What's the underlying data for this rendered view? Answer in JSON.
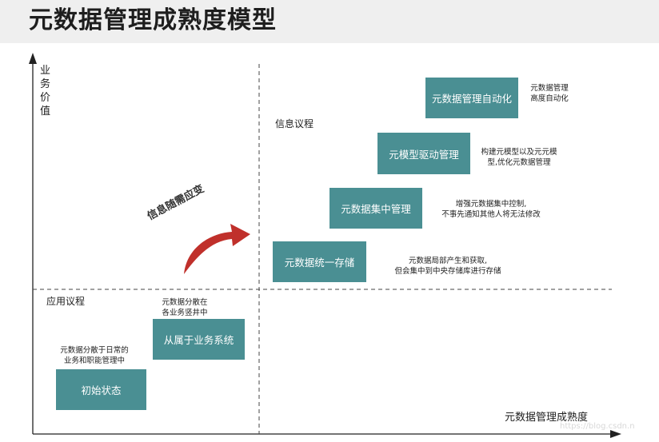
{
  "title": "元数据管理成熟度模型",
  "y_axis_label": "业务价值",
  "x_axis_label": "元数据管理成熟度",
  "regions": {
    "info_agenda": "信息议程",
    "app_agenda": "应用议程"
  },
  "arrow_label": "信息随需应变",
  "stages": [
    {
      "label": "初始状态",
      "note": [
        "元数据分散于日常的",
        "业务和职能管理中"
      ]
    },
    {
      "label": "从属于业务系统",
      "note": [
        "元数据分散在",
        "各业务竖井中"
      ]
    },
    {
      "label": "元数据统一存储",
      "note": [
        "元数据局部产生和获取,",
        "但会集中到中央存储库进行存储"
      ]
    },
    {
      "label": "元数据集中管理",
      "note": [
        "增强元数据集中控制,",
        "不事先通知其他人将无法修改"
      ]
    },
    {
      "label": "元模型驱动管理",
      "note": [
        "构建元模型以及元元模",
        "型,优化元数据管理"
      ]
    },
    {
      "label": "元数据管理自动化",
      "note": [
        "元数据管理",
        "高度自动化"
      ]
    }
  ],
  "watermark": "https://blog.csdn.n",
  "colors": {
    "box": "#4a8f93",
    "arrow": "#c0302b",
    "title_bg": "#efefef"
  }
}
